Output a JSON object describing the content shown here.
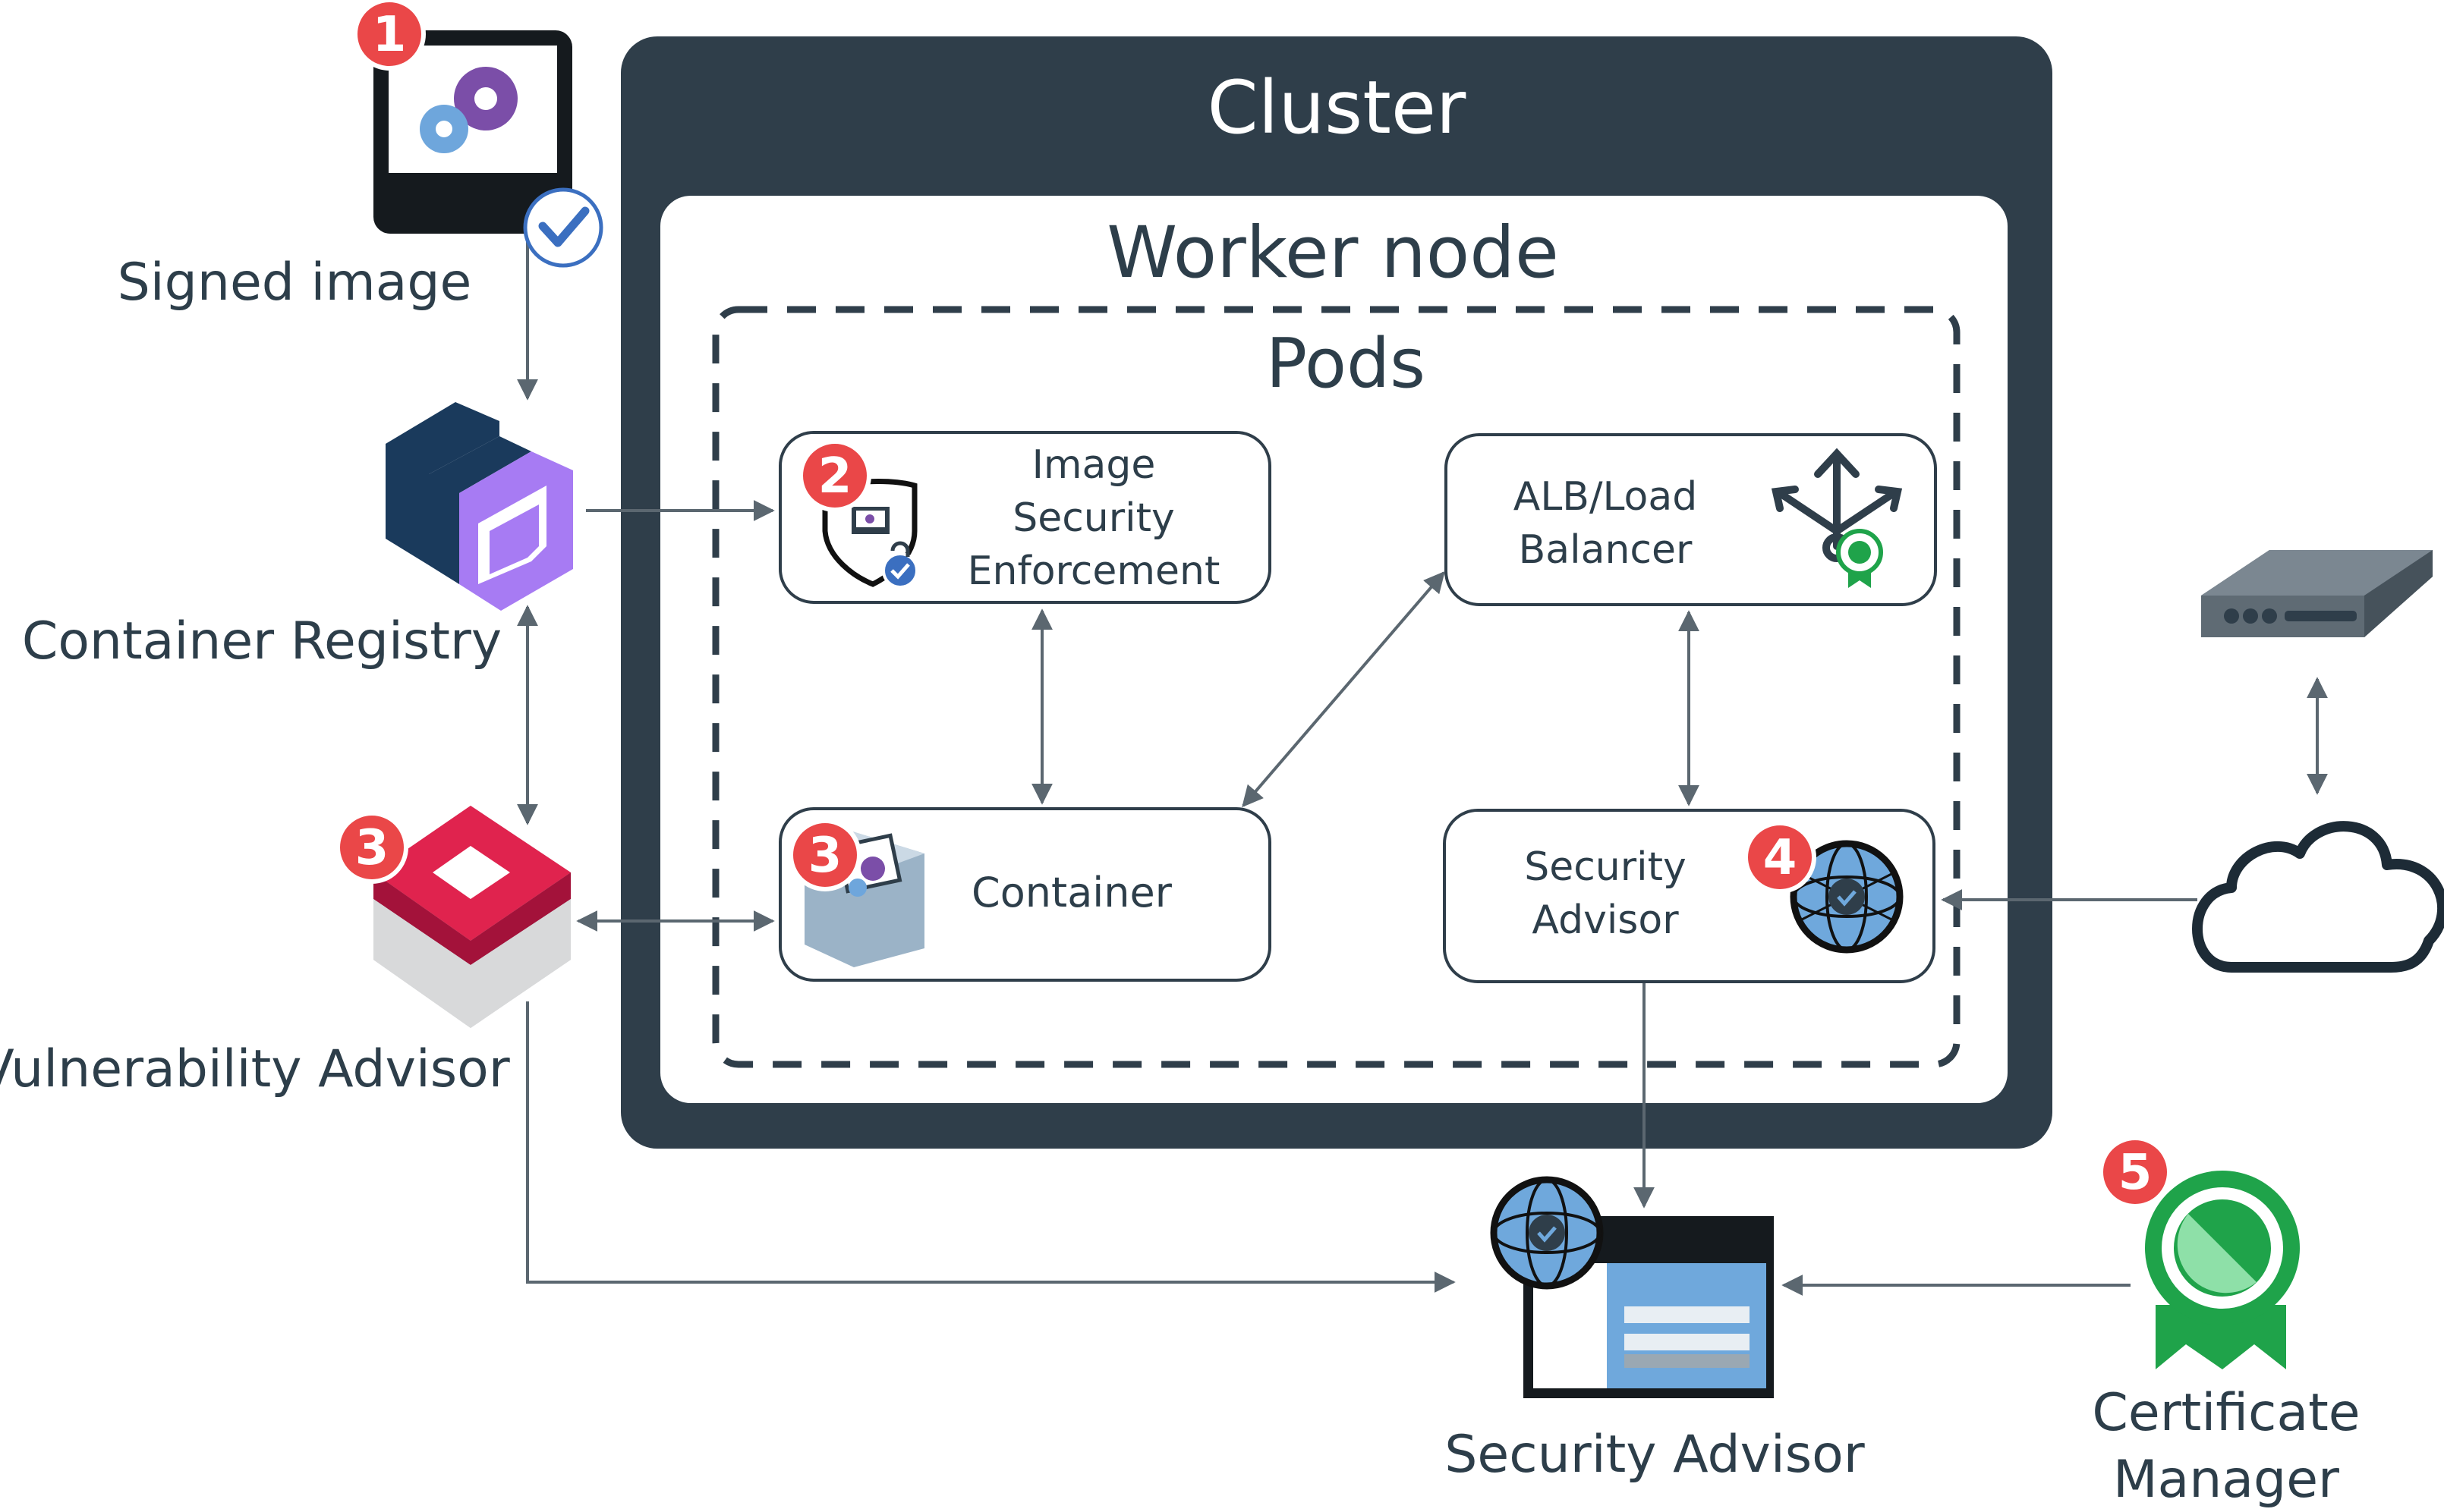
{
  "cluster": {
    "title": "Cluster"
  },
  "worker_node": {
    "title": "Worker node"
  },
  "pods": {
    "title": "Pods"
  },
  "nodes": {
    "image_security": {
      "line1": "Image",
      "line2": "Security",
      "line3": "Enforcement",
      "badge": "2"
    },
    "alb": {
      "line1": "ALB/Load",
      "line2": "Balancer"
    },
    "container": {
      "label": "Container",
      "badge": "3"
    },
    "security_advisor_box": {
      "line1": "Security",
      "line2": "Advisor",
      "badge": "4"
    }
  },
  "external": {
    "signed_image": {
      "label": "Signed image",
      "badge": "1"
    },
    "container_registry": {
      "label": "Container Registry"
    },
    "vulnerability_advisor": {
      "label": "Vulnerability Advisor",
      "badge": "3"
    },
    "security_advisor": {
      "label": "Security Advisor"
    },
    "certificate_manager": {
      "line1": "Certificate",
      "line2": "Manager",
      "badge": "5"
    }
  },
  "colors": {
    "cluster_bg": "#2f3e4a",
    "badge": "#ea4748",
    "registry_purple": "#a77bf3",
    "registry_navy": "#1a3a5c",
    "vuln_red": "#e0234e",
    "cert_green": "#1fa34a",
    "advisor_blue": "#6fa8dc",
    "gear_purple": "#7b4ea8",
    "gear_blue": "#6ea6dc"
  },
  "icons": [
    "signed-image-icon",
    "check-circle-icon",
    "container-registry-icon",
    "vulnerability-advisor-icon",
    "shield-lock-icon",
    "load-balancer-icon",
    "container-cube-icon",
    "globe-lock-icon",
    "security-advisor-dashboard-icon",
    "certificate-ribbon-icon",
    "network-device-icon",
    "cloud-icon"
  ]
}
